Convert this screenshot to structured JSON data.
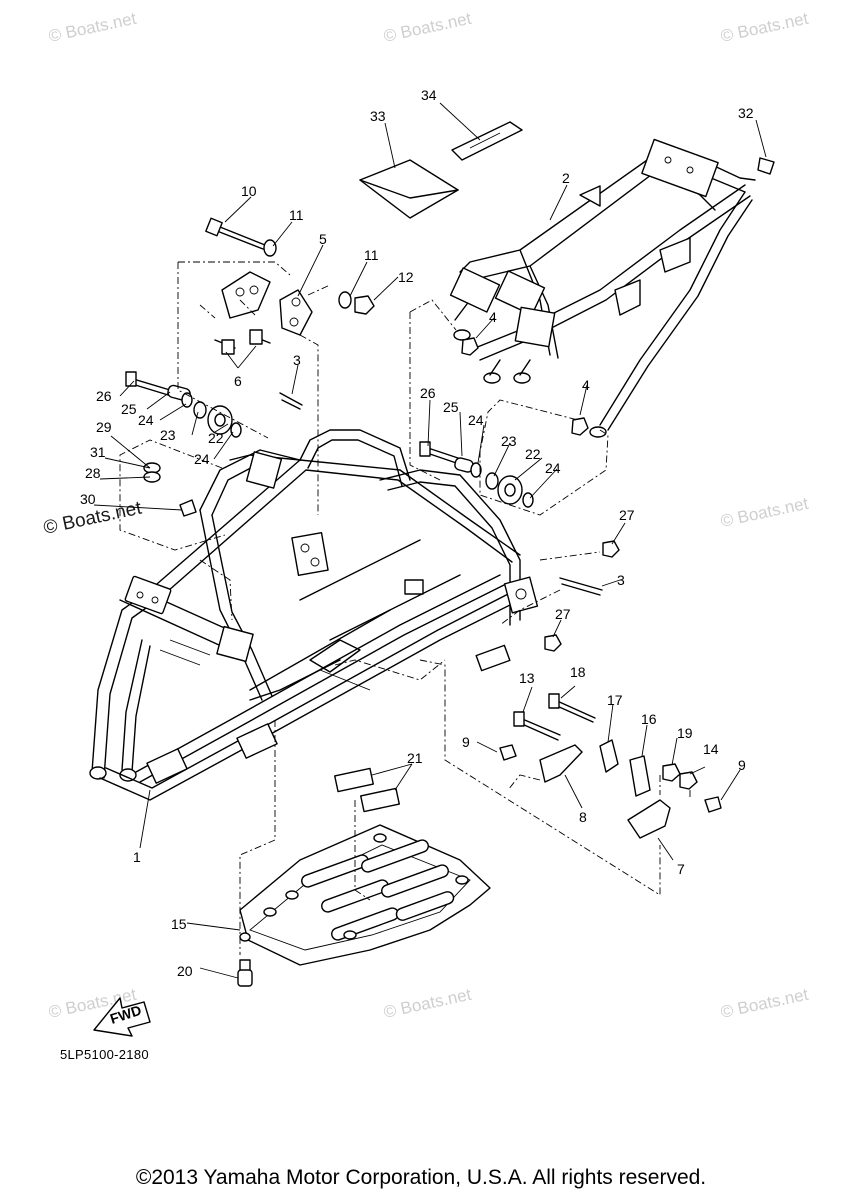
{
  "diagram_code": "5LP5100-2180",
  "copyright": "©2013 Yamaha Motor Corporation, U.S.A. All rights reserved.",
  "watermark_text": "© Boats.net",
  "fwd_label": "FWD",
  "callouts": {
    "c1": "1",
    "c2": "2",
    "c3a": "3",
    "c3b": "3",
    "c4a": "4",
    "c4b": "4",
    "c5": "5",
    "c6": "6",
    "c7": "7",
    "c8": "8",
    "c9a": "9",
    "c9b": "9",
    "c10": "10",
    "c11a": "11",
    "c11b": "11",
    "c12": "12",
    "c13": "13",
    "c14": "14",
    "c15": "15",
    "c16": "16",
    "c17": "17",
    "c18": "18",
    "c19": "19",
    "c20": "20",
    "c21": "21",
    "c22a": "22",
    "c22b": "22",
    "c23a": "23",
    "c23b": "23",
    "c24a": "24",
    "c24b": "24",
    "c24c": "24",
    "c24d": "24",
    "c25a": "25",
    "c25b": "25",
    "c26a": "26",
    "c26b": "26",
    "c27a": "27",
    "c27b": "27",
    "c28": "28",
    "c29": "29",
    "c30": "30",
    "c31": "31",
    "c32": "32",
    "c33": "33",
    "c34": "34"
  }
}
